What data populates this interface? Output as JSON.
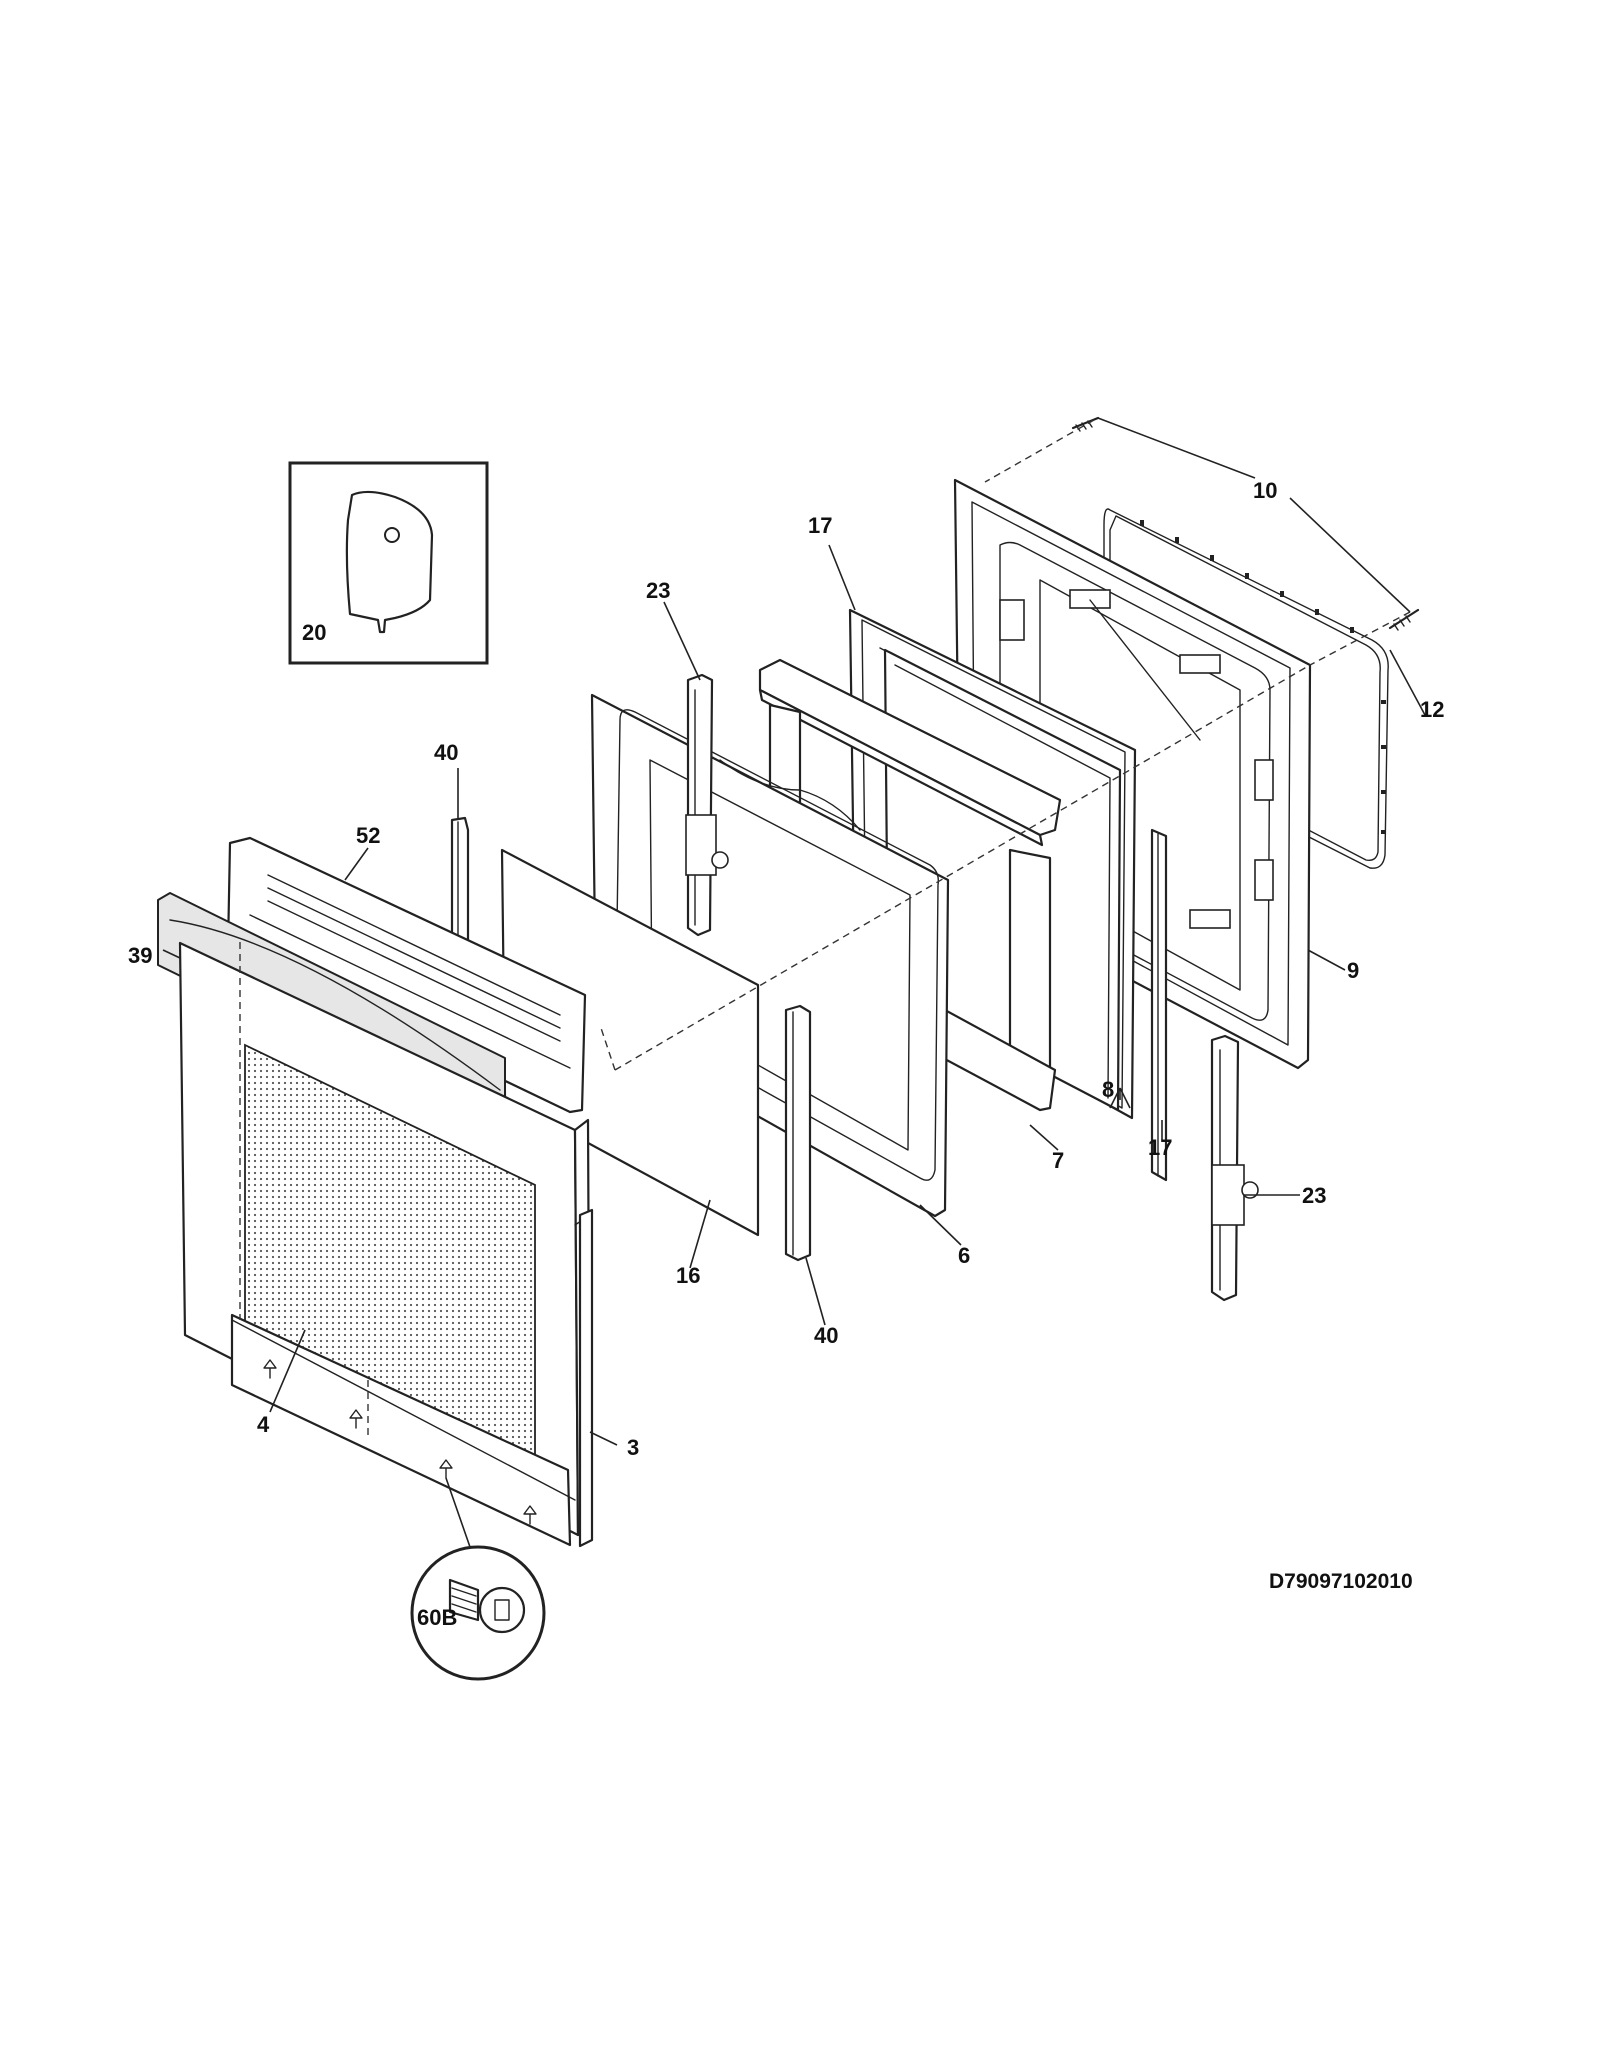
{
  "callouts": {
    "c3": "3",
    "c4": "4",
    "c6": "6",
    "c7": "7",
    "c8": "8",
    "c9": "9",
    "c10": "10",
    "c12": "12",
    "c16": "16",
    "c17_top": "17",
    "c17_bottom": "17",
    "c20": "20",
    "c23_top": "23",
    "c23_bottom": "23",
    "c39": "39",
    "c40_top": "40",
    "c40_bottom": "40",
    "c52": "52",
    "c60b": "60B"
  },
  "drawing_code": "D79097102010"
}
